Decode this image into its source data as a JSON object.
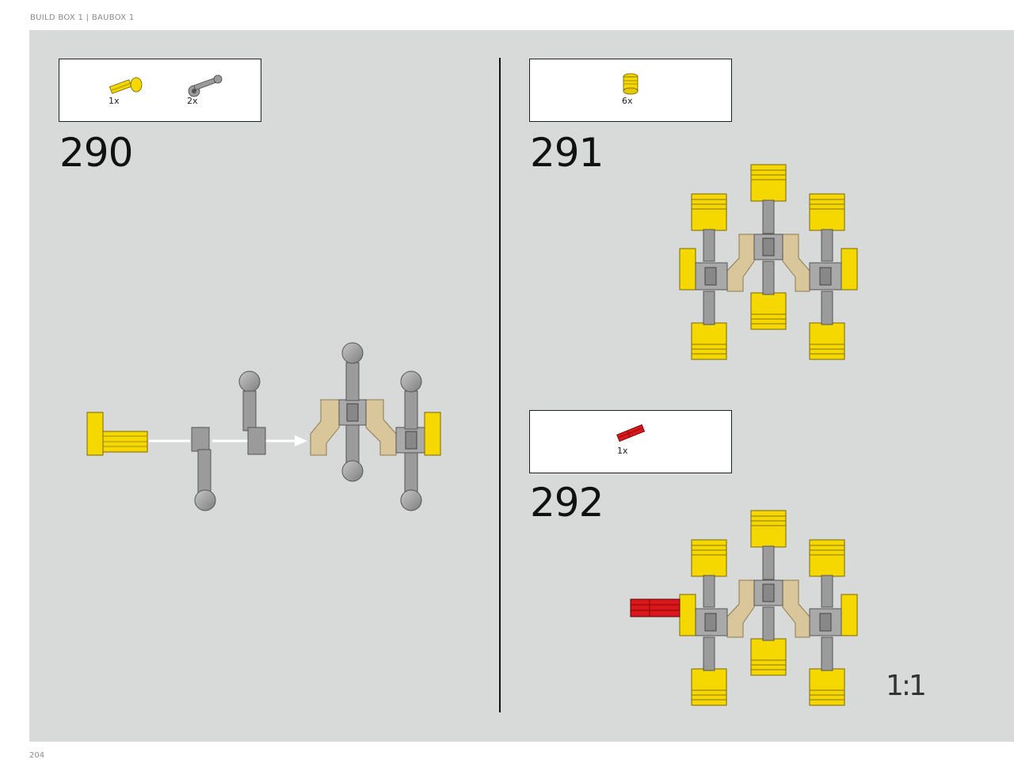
{
  "header": {
    "text": "BUILD BOX 1  |  BAUBOX 1"
  },
  "footer": {
    "page_number": "204"
  },
  "steps": [
    {
      "number": "290",
      "parts": [
        {
          "icon": "yellow-axle-pin-icon",
          "qty": "1x"
        },
        {
          "icon": "grey-connector-rod-icon",
          "qty": "2x"
        }
      ]
    },
    {
      "number": "291",
      "parts": [
        {
          "icon": "yellow-piston-icon",
          "qty": "6x"
        }
      ]
    },
    {
      "number": "292",
      "parts": [
        {
          "icon": "red-axle-icon",
          "qty": "1x"
        }
      ]
    }
  ],
  "scale_label": "1:1",
  "colors": {
    "yellow": "#f5d800",
    "grey": "#9b9b9b",
    "tan": "#d9c79b",
    "red": "#d9181e",
    "panel": "#d8dad9"
  }
}
